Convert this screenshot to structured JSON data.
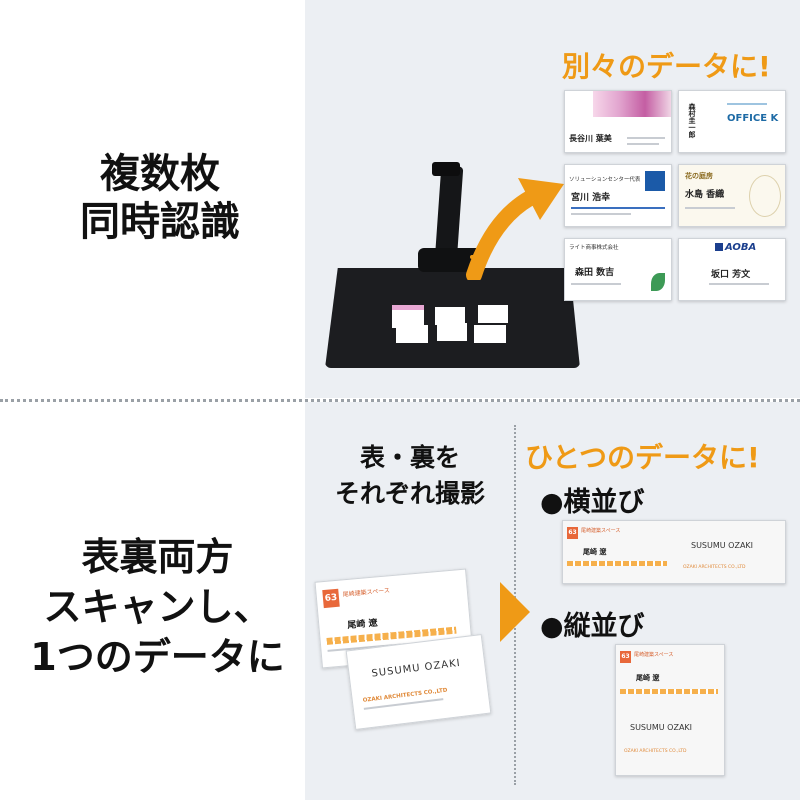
{
  "top": {
    "heading_lines": [
      "複数枚",
      "同時認識"
    ],
    "result_title": "別々のデータに!",
    "cards": [
      {
        "company": "",
        "name": "長谷川 葉美"
      },
      {
        "company": "OFFICE K",
        "name": "森村圭一郎"
      },
      {
        "company": "ソリューションセンター代表",
        "name": "宮川 浩幸"
      },
      {
        "company": "花の庭房",
        "name": "水島 香織"
      },
      {
        "company": "ライト商事株式会社",
        "name": "森田 数吉"
      },
      {
        "company": "AOBA",
        "name": "坂口 芳文"
      }
    ]
  },
  "bottom": {
    "heading_lines": [
      "表裏両方",
      "スキャンし、",
      "1つのデータに"
    ],
    "capture_lines": [
      "表・裏を",
      "それぞれ撮影"
    ],
    "result_title": "ひとつのデータに!",
    "horizontal_label": "●横並び",
    "vertical_label": "●縦並び",
    "card_front": {
      "company": "尾崎建築スペース",
      "name": "尾崎 遼"
    },
    "card_back": {
      "name_roman": "SUSUMU OZAKI",
      "company_roman": "OZAKI ARCHITECTS CO.,LTD"
    }
  },
  "colors": {
    "accent_orange": "#ef9a16",
    "panel_blue": "#eceff3",
    "mat_black": "#1c1d20"
  }
}
